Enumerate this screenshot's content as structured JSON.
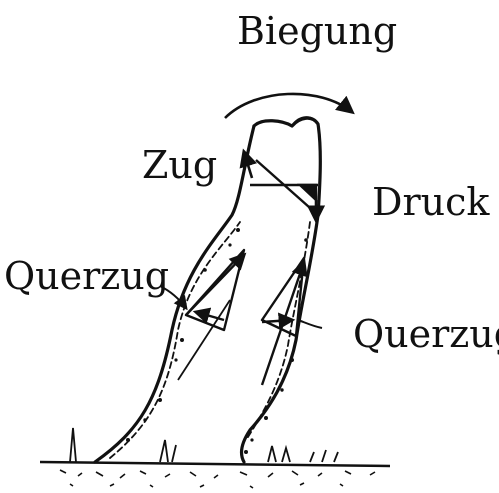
{
  "labels": {
    "title": "Biegung",
    "zug": "Zug",
    "druck": "Druck",
    "querzug_left": "Querzug",
    "querzug_right": "Querzug"
  },
  "colors": {
    "ink": "#111111",
    "background": "#ffffff"
  },
  "icons": {
    "bending": "curved-arrow-icon",
    "tension": "arrow-icon",
    "compression": "arrow-icon"
  }
}
